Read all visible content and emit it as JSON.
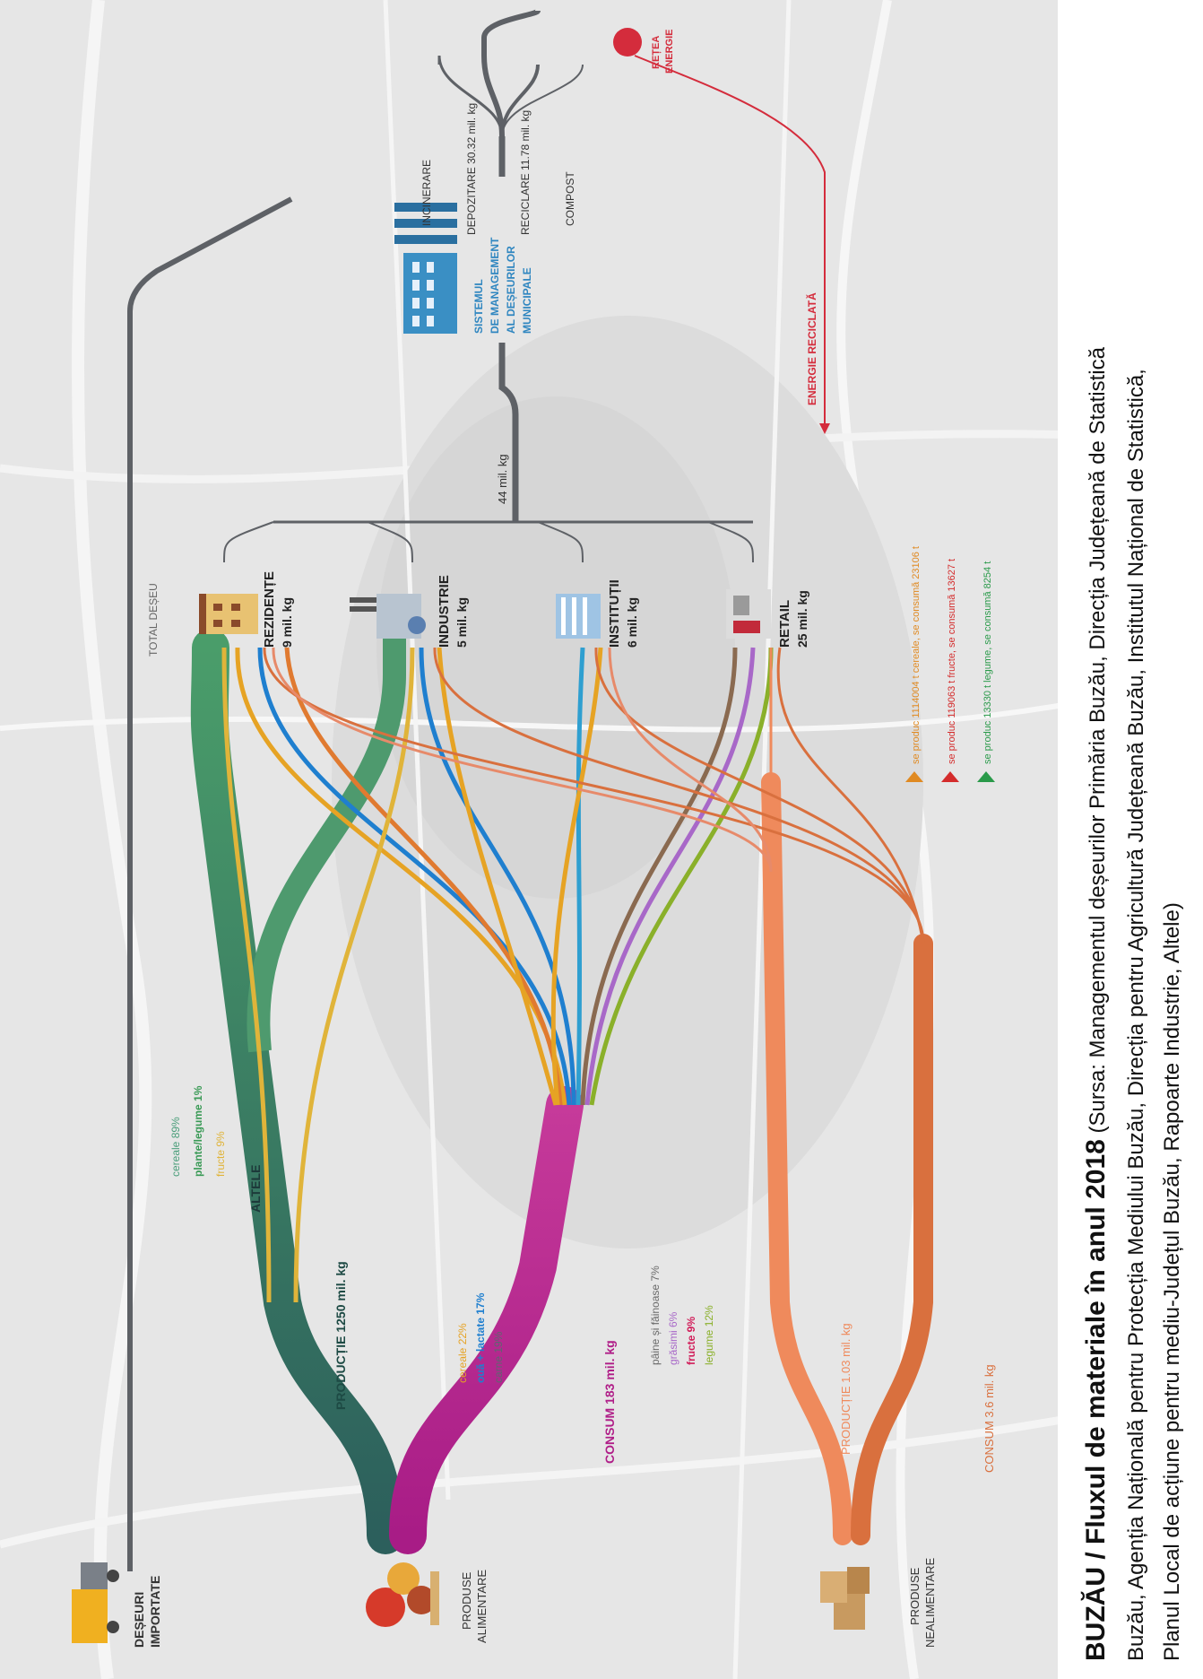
{
  "title": {
    "main": "BUZĂU / Fluxul de materiale în anul 2018",
    "source_open": " (Sursa: Managementul deșeurilor Primăria Buzău, Direcția Județeană de Statistică",
    "line2": "Buzău, Agenția Națională pentru Protecția Mediului Buzău, Direcția pentru Agricultură Județeană Buzău, Institutul Național de Statistică,",
    "line3": "Planul Local de acțiune pentru mediu-Județul Buzău, Rapoarte Industrie, Altele)"
  },
  "sources": {
    "imported": [
      "DEȘEURI",
      "IMPORTATE"
    ],
    "food": [
      "PRODUSE",
      "ALIMENTARE"
    ],
    "nonfood": [
      "PRODUSE",
      "NEALIMENTARE"
    ]
  },
  "flows": {
    "productie_food": "PRODUCȚIE 1250 mil. kg",
    "consum_food": "CONSUM 183 mil. kg",
    "altele": "ALTELE",
    "productie_nonfood": "PRODUCȚIE 1.03 mil. kg",
    "consum_nonfood": "CONSUM 3.6 mil. kg",
    "total_waste": "44 mil. kg",
    "total_deseu": "TOTAL DEȘEU",
    "energie_reciclata": "ENERGIE RECICLATĂ"
  },
  "productie_breakdown": [
    {
      "text": "cereale 89%",
      "color": "#4a9e7a"
    },
    {
      "text": "plante/legume 1%",
      "color": "#3a9a56"
    },
    {
      "text": "fructe 9%",
      "color": "#e0b43a"
    }
  ],
  "consum_breakdown_a": [
    {
      "text": "cereale 22%",
      "color": "#e6a324"
    },
    {
      "text": "ouă + lactate 17%",
      "color": "#1f7fcf"
    },
    {
      "text": "carne 19%",
      "color": "#5d6670"
    }
  ],
  "consum_breakdown_b": [
    {
      "text": "pâine și făinoase 7%",
      "color": "#6b6b6b"
    },
    {
      "text": "grăsimi 6%",
      "color": "#a868c8"
    },
    {
      "text": "fructe 9%",
      "color": "#d11e5a"
    },
    {
      "text": "legume 12%",
      "color": "#8ab02a"
    }
  ],
  "sectors": [
    {
      "name": "REZIDENȚE",
      "amount": "9 mil. kg"
    },
    {
      "name": "INDUSTRIE",
      "amount": "5 mil. kg"
    },
    {
      "name": "INSTITUȚII",
      "amount": "6 mil. kg"
    },
    {
      "name": "RETAIL",
      "amount": "25 mil. kg"
    }
  ],
  "management": [
    "SISTEMUL",
    "DE MANAGEMENT",
    "AL DEȘEURILOR",
    "MUNICIPALE"
  ],
  "outputs": [
    {
      "label": "INCINERARE"
    },
    {
      "label": "DEPOZITARE 30.32 mil. kg"
    },
    {
      "label": "RECICLARE 11.78 mil. kg"
    },
    {
      "label": "COMPOST"
    }
  ],
  "network": [
    "REȚEA",
    "ENERGIE"
  ],
  "legend": [
    {
      "text": "se produc 1114004 t cereale, se consumă 23106 t",
      "color": "#e08a22"
    },
    {
      "text": "se produc 119063 t fructe, se consumă 13627 t",
      "color": "#d42c2c"
    },
    {
      "text": "se produc 13330 t legume, se consumă 8254 t",
      "color": "#2a9a4a"
    }
  ],
  "colors": {
    "productie": "#2e6a62",
    "consum": "#b01e88",
    "waste_grey": "#5e6166",
    "nonfood_prod": "#ef8a5c",
    "nonfood_cons": "#d9703e",
    "energy_red": "#d42c3c",
    "building_blue": "#2f86c0"
  }
}
